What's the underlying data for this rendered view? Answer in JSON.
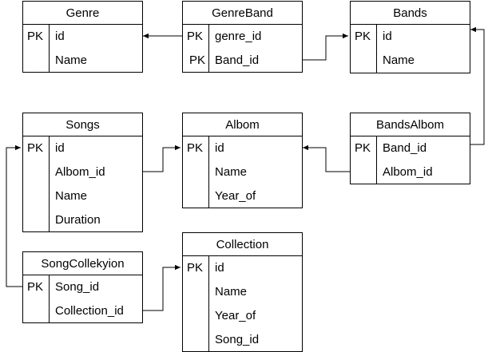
{
  "entities": {
    "genre": {
      "title": "Genre",
      "rows": [
        {
          "key": "PK",
          "field": "id"
        },
        {
          "key": "",
          "field": "Name"
        }
      ]
    },
    "genreband": {
      "title": "GenreBand",
      "rows": [
        {
          "key": "PK",
          "field": "genre_id"
        },
        {
          "key": "PK",
          "field": "Band_id"
        }
      ]
    },
    "bands": {
      "title": "Bands",
      "rows": [
        {
          "key": "PK",
          "field": "id"
        },
        {
          "key": "",
          "field": "Name"
        }
      ]
    },
    "songs": {
      "title": "Songs",
      "rows": [
        {
          "key": "PK",
          "field": "id"
        },
        {
          "key": "",
          "field": "Albom_id"
        },
        {
          "key": "",
          "field": "Name"
        },
        {
          "key": "",
          "field": "Duration"
        }
      ]
    },
    "albom": {
      "title": "Albom",
      "rows": [
        {
          "key": "PK",
          "field": "id"
        },
        {
          "key": "",
          "field": "Name"
        },
        {
          "key": "",
          "field": "Year_of"
        }
      ]
    },
    "bandsalbom": {
      "title": "BandsAlbom",
      "rows": [
        {
          "key": "PK",
          "field": "Band_id"
        },
        {
          "key": "",
          "field": "Albom_id"
        }
      ]
    },
    "songcollekyion": {
      "title": "SongCollekyion",
      "rows": [
        {
          "key": "PK",
          "field": "Song_id"
        },
        {
          "key": "",
          "field": "Collection_id"
        }
      ]
    },
    "collection": {
      "title": "Collection",
      "rows": [
        {
          "key": "PK",
          "field": "id"
        },
        {
          "key": "",
          "field": "Name"
        },
        {
          "key": "",
          "field": "Year_of"
        },
        {
          "key": "",
          "field": "Song_id"
        }
      ]
    }
  },
  "relationships": [
    {
      "from": "genreband.genre_id",
      "to": "genre.id"
    },
    {
      "from": "genreband.Band_id",
      "to": "bands.id"
    },
    {
      "from": "bandsalbom.Band_id",
      "to": "bands.id"
    },
    {
      "from": "bandsalbom.Albom_id",
      "to": "albom.id"
    },
    {
      "from": "songs.Albom_id",
      "to": "albom.id"
    },
    {
      "from": "songcollekyion.Song_id",
      "to": "songs.id"
    },
    {
      "from": "songcollekyion.Collection_id",
      "to": "collection.id"
    }
  ],
  "colors": {
    "line": "#000000",
    "background": "#ffffff"
  }
}
